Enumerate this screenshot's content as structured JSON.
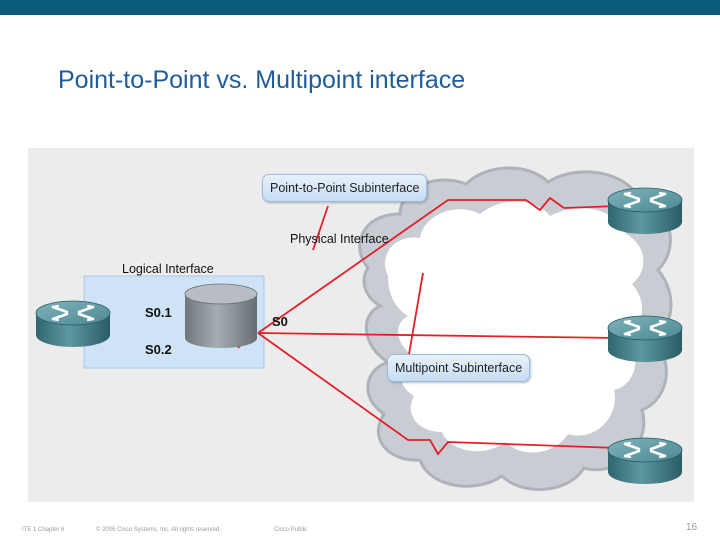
{
  "slide": {
    "title": "Point-to-Point vs. Multipoint interface",
    "page_number": "16"
  },
  "diagram": {
    "callouts": {
      "point_to_point": "Point-to-Point Subinterface",
      "multipoint": "Multipoint Subinterface"
    },
    "labels": {
      "physical_interface": "Physical Interface",
      "logical_interface": "Logical Interface",
      "sub_1": "S0.1",
      "sub_2": "S0.2",
      "physical_port": "S0"
    },
    "colors": {
      "link": "#e1202a",
      "router": "#3f7d86",
      "cloud": "#c9cdd3",
      "panel": "#cfe3f7"
    }
  },
  "footer": {
    "chapter": "ITE 1 Chapter 6",
    "copyright": "© 2006 Cisco Systems, Inc. All rights reserved.",
    "classification": "Cisco Public"
  }
}
